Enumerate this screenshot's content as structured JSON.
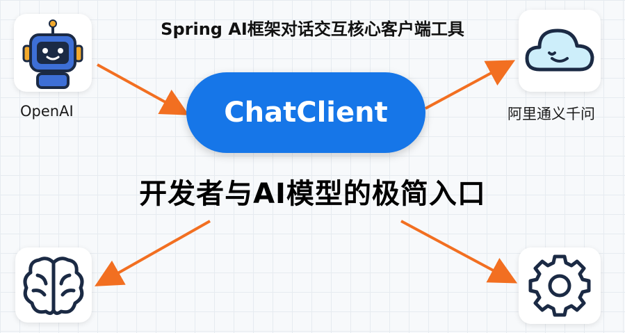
{
  "title": "Spring AI框架对话交互核心客户端工具",
  "center": {
    "label": "ChatClient"
  },
  "headline": "开发者与AI模型的极简入口",
  "nodes": {
    "openai": {
      "label": "OpenAI",
      "icon": "robot-icon"
    },
    "tongyi": {
      "label": "阿里通义千问",
      "icon": "cloud-icon"
    },
    "brain": {
      "icon": "brain-icon"
    },
    "settings": {
      "icon": "gear-icon"
    }
  },
  "colors": {
    "accent": "#1676e8",
    "arrow": "#f26f21",
    "robot_blue": "#3d6fd6",
    "cloud_fill": "#cdeefa",
    "icon_dark": "#1b2a44"
  }
}
